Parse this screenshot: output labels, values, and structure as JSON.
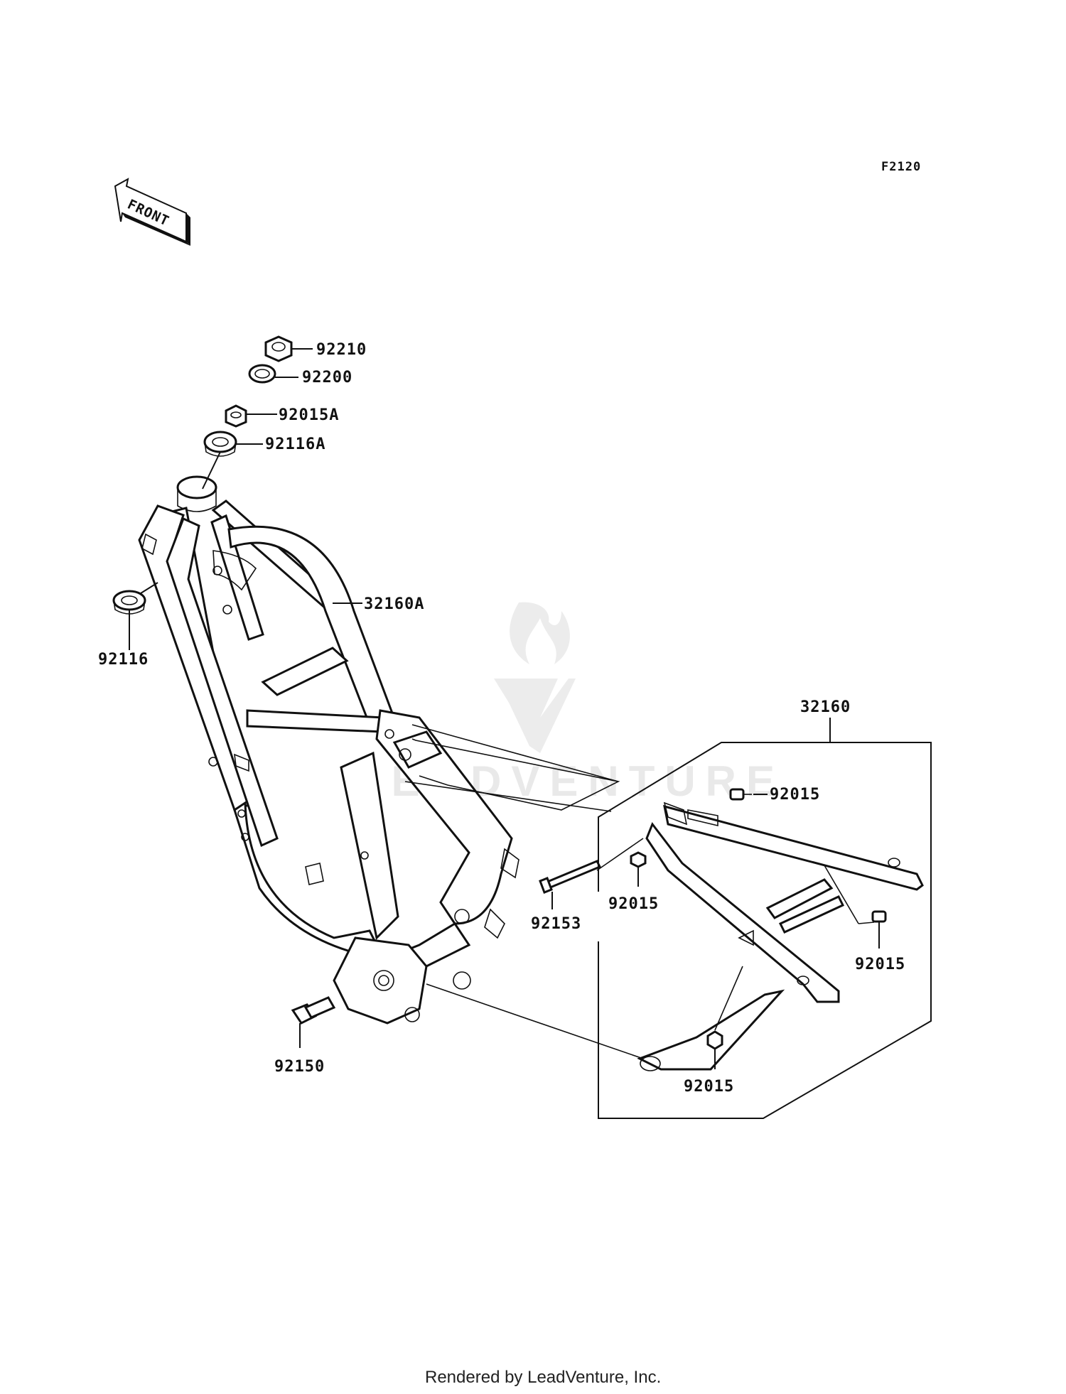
{
  "diagram": {
    "code": "F2120",
    "front_label": "FRONT",
    "watermark": "LEADVENTURE",
    "footer": "Rendered by LeadVenture, Inc.",
    "parts": {
      "p92210": "92210",
      "p92200": "92200",
      "p92015A": "92015A",
      "p92116A": "92116A",
      "p32160A": "32160A",
      "p92116": "92116",
      "p32160": "32160",
      "p92015_a": "92015",
      "p92015_b": "92015",
      "p92015_c": "92015",
      "p92015_d": "92015",
      "p92153": "92153",
      "p92150": "92150"
    }
  }
}
